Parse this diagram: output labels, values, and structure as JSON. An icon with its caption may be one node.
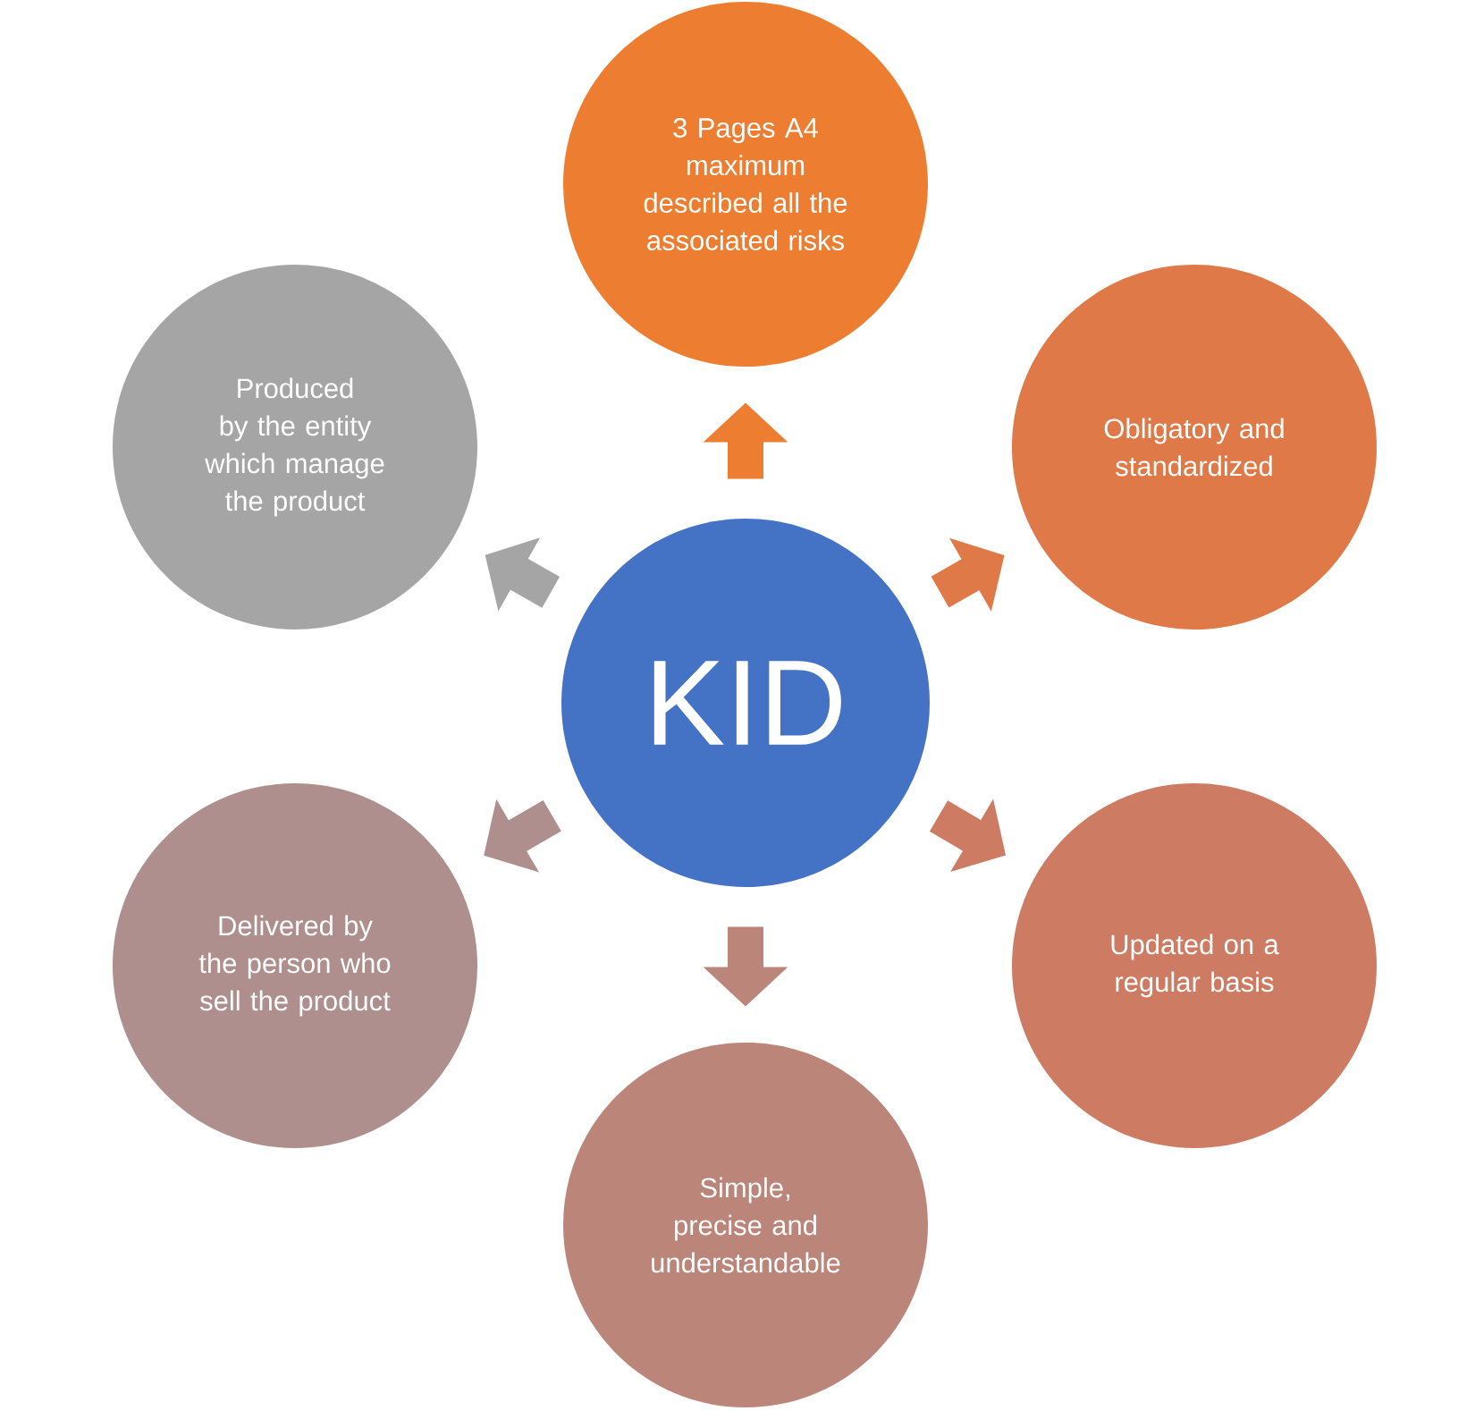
{
  "diagram": {
    "nodes": [
      {
        "text": [
          "KID"
        ]
      },
      {
        "text": [
          "3 Pages A4 maximum described all the associated risks"
        ]
      },
      {
        "text": [
          "Obligatory and standardized"
        ]
      },
      {
        "text": [
          "Updated on a regular basis"
        ]
      },
      {
        "text": [
          "Simple, precise and understandable"
        ]
      },
      {
        "text": [
          "Delivered by the person who sell the product"
        ]
      },
      {
        "text": [
          "Produced by the entity which manage the product"
        ]
      }
    ],
    "edges": [
      {
        "from": 0,
        "to": 1,
        "arrow": "to",
        "color": "#ed7d31"
      },
      {
        "from": 0,
        "to": 2,
        "arrow": "to",
        "color": "#df7a48"
      },
      {
        "from": 0,
        "to": 3,
        "arrow": "to",
        "color": "#cd7b62"
      },
      {
        "from": 0,
        "to": 4,
        "arrow": "to",
        "color": "#bb857a"
      },
      {
        "from": 0,
        "to": 5,
        "arrow": "to",
        "color": "#ae8f8d"
      },
      {
        "from": 0,
        "to": 6,
        "arrow": "to",
        "color": "#a5a5a5"
      }
    ]
  }
}
